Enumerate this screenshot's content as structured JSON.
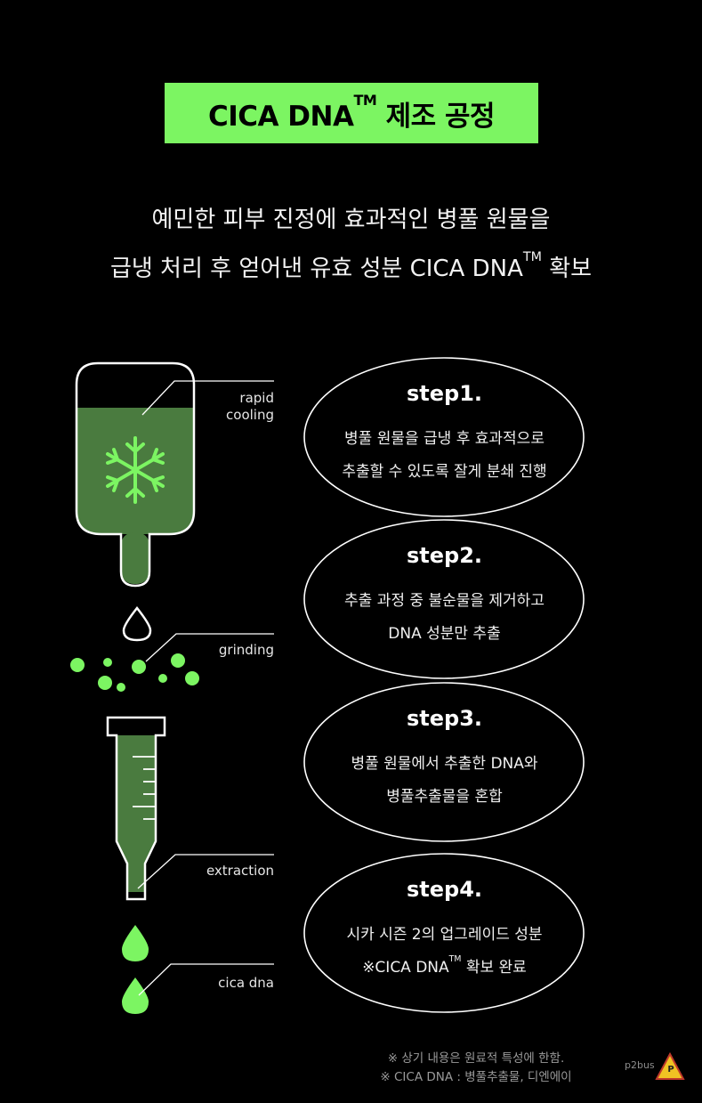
{
  "header": {
    "title_main": "CICA DNA",
    "title_tm": "TM",
    "title_rest": " 제조 공정"
  },
  "intro": {
    "line1": "예민한 피부 진정에 효과적인 병풀 원물을",
    "line2_a": "급냉 처리 후 얻어낸 유효 성분 CICA DNA",
    "line2_tm": "TM",
    "line2_b": " 확보"
  },
  "labels": {
    "rapid_1": "rapid",
    "rapid_2": "cooling",
    "grinding": "grinding",
    "extraction": "extraction",
    "cica": "cica dna"
  },
  "steps": [
    {
      "title": "step1.",
      "line1": "병풀 원물을 급냉 후 효과적으로",
      "line2": "추출할 수 있도록 잘게 분쇄 진행"
    },
    {
      "title": "step2.",
      "line1": "추출 과정 중 불순물을 제거하고",
      "line2": "DNA 성분만 추출"
    },
    {
      "title": "step3.",
      "line1": "병풀 원물에서 추출한 DNA와",
      "line2": "병풀추출물을 혼합"
    },
    {
      "title": "step4.",
      "line1": "시카 시즌 2의 업그레이드 성분",
      "line2_a": "※CICA DNA",
      "line2_tm": "TM",
      "line2_b": " 확보 완료"
    }
  ],
  "footnotes": {
    "line1": "※ 상기 내용은 원료적 특성에 한함.",
    "line2": "※ CICA DNA : 병풀추출물, 디엔에이"
  },
  "watermark": {
    "text": "p2bus",
    "badge": "P"
  },
  "colors": {
    "accent": "#7cf562",
    "liquid": "#4a7b3f",
    "background": "#000000"
  }
}
